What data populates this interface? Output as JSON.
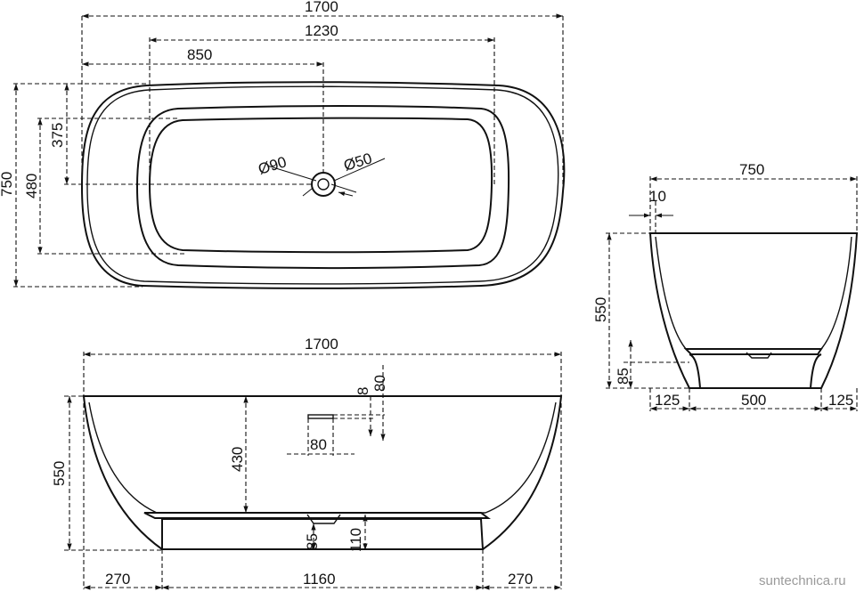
{
  "top_view": {
    "overall_length": "1700",
    "inner_length": "1230",
    "drain_offset": "850",
    "overall_width": "750",
    "inner_width": "480",
    "drain_to_edge": "375",
    "drain_diameter": "Ø90",
    "overflow_diameter": "Ø50"
  },
  "front_view": {
    "overall_length": "1700",
    "height": "550",
    "inner_depth": "430",
    "overflow_height": "80",
    "overflow_slot_height": "8",
    "overflow_slot_width": "80",
    "base_left_offset": "270",
    "base_length": "1160",
    "base_right_offset": "270",
    "drain_height": "85",
    "base_height": "110"
  },
  "side_view": {
    "overall_width": "750",
    "rim_thickness": "10",
    "height": "550",
    "base_height": "85",
    "base_left_offset": "125",
    "base_width": "500",
    "base_right_offset": "125"
  },
  "watermark": "suntechnica.ru"
}
